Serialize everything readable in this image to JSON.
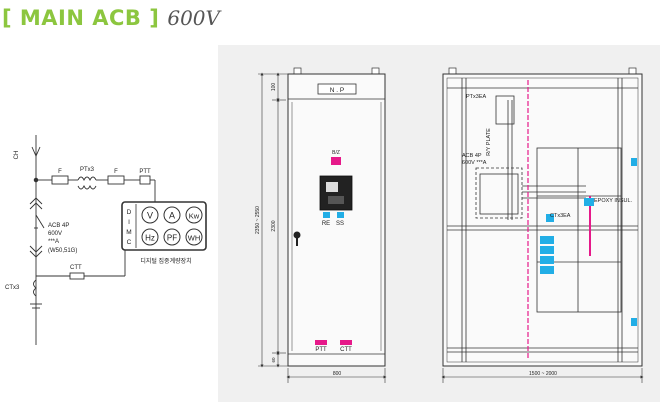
{
  "header": {
    "title": "[ MAIN ACB ]",
    "voltage": "600V"
  },
  "colors": {
    "title": "#8cc63f",
    "panel_bg": "#f0f0f0",
    "line": "#333333",
    "busbar_cyan": "#22aee6",
    "busbar_magenta": "#e6198a",
    "label_blue": "#1a78c8"
  },
  "single_line": {
    "label_top": "CH",
    "fuse_label_1": "F",
    "pt_label": "PTx3",
    "fuse_label_2": "F",
    "ptt_label": "PTT",
    "acb_label": "ACB 4P",
    "acb_volt": "600V",
    "acb_amp": "***A",
    "acb_trip": "(W50,51G)",
    "ct_label": "CTx3",
    "ctt_label": "CTT",
    "meter_side": [
      "D",
      "I",
      "M",
      "C"
    ],
    "meter_cells": [
      "V",
      "A",
      "Kw",
      "Hz",
      "PF",
      "WH"
    ],
    "meter_caption": "디지털 집중계량장치"
  },
  "front_view": {
    "np_label": "N . P",
    "bz_label": "B/Z",
    "re_label": "RE",
    "ss_label": "SS",
    "ptt_label": "PTT",
    "ctt_label": "CTT",
    "dim_total": "2350 ~ 2550",
    "dim_top": "100",
    "dim_main": "2300",
    "dim_bottom": "60",
    "dim_width": "800"
  },
  "side_view": {
    "pt_label": "PTx3EA",
    "ry_label": "R/Y PLATE",
    "acb_label_1": "ACB 4P",
    "acb_label_2": "600V ***A",
    "ct_label": "CTx3EA",
    "epoxy_label": "EPOXY INSUL.",
    "dim_width": "1500 ~ 2000"
  }
}
